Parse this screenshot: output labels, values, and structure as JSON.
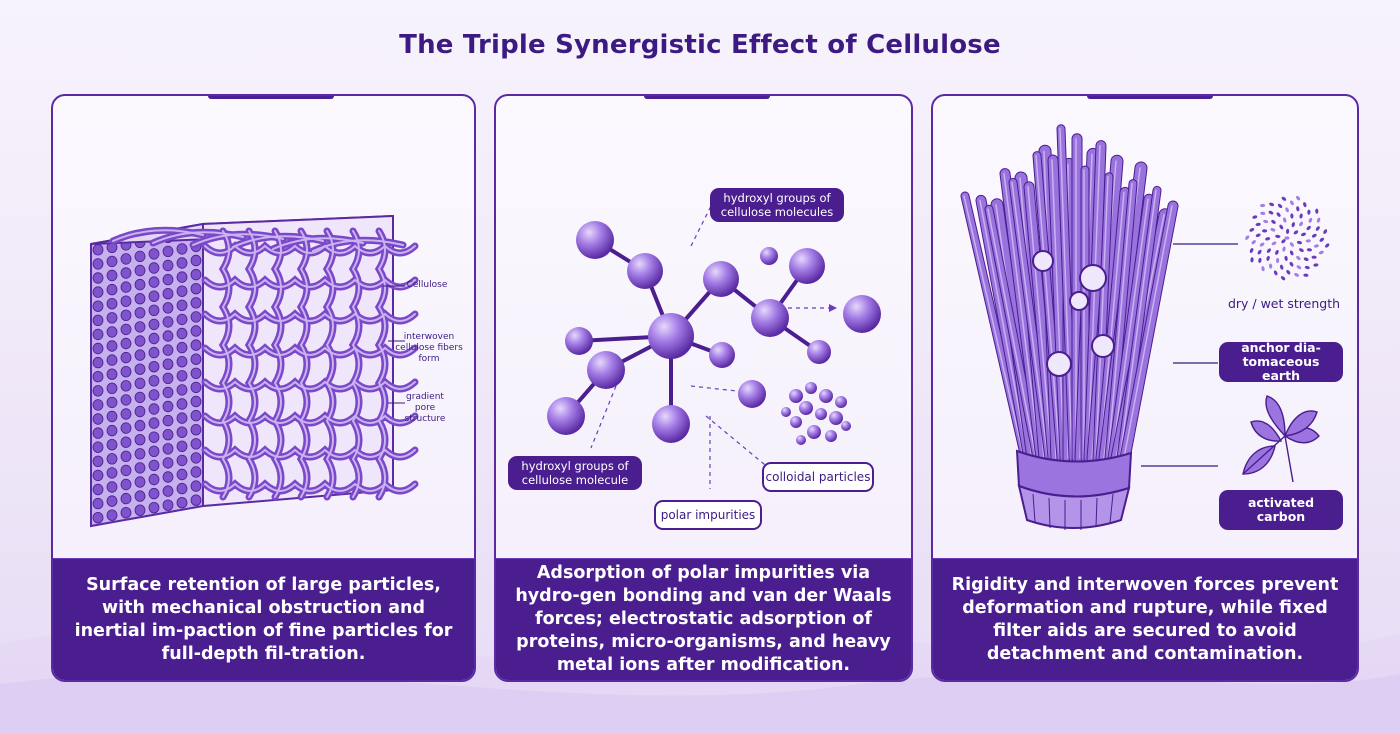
{
  "title": "The Triple Synergistic Effect of Cellulose",
  "panels": [
    {
      "labels": {
        "cellulose": "Cellulose",
        "interwoven": "interwoven cellulose fibers form",
        "gradient": "gradient pore structure"
      },
      "caption": "Surface retention of large particles, with mechanical obstruction and inertial im-paction of fine particles for full-depth fil-tration."
    },
    {
      "labels": {
        "hydroxyl_top": "hydroxyl groups of cellulose molecules",
        "hydroxyl_bottom": "hydroxyl groups of cellulose molecule",
        "polar": "polar impurities",
        "colloidal": "colloidal particles"
      },
      "caption": "Adsorption of polar impurities via hydro-gen bonding and van der Waals forces; electrostatic adsorption of proteins, micro-organisms, and heavy metal ions after modification."
    },
    {
      "labels": {
        "strength": "dry / wet strength",
        "anchor": "anchor dia-tomaceous earth",
        "carbon": "activated carbon"
      },
      "caption": "Rigidity and interwoven forces prevent deformation and rupture, while fixed filter aids are secured to avoid detachment and contamination."
    }
  ],
  "colors": {
    "primary": "#4a1e8f",
    "accent": "#8a5fd6",
    "light": "#b99be9"
  }
}
